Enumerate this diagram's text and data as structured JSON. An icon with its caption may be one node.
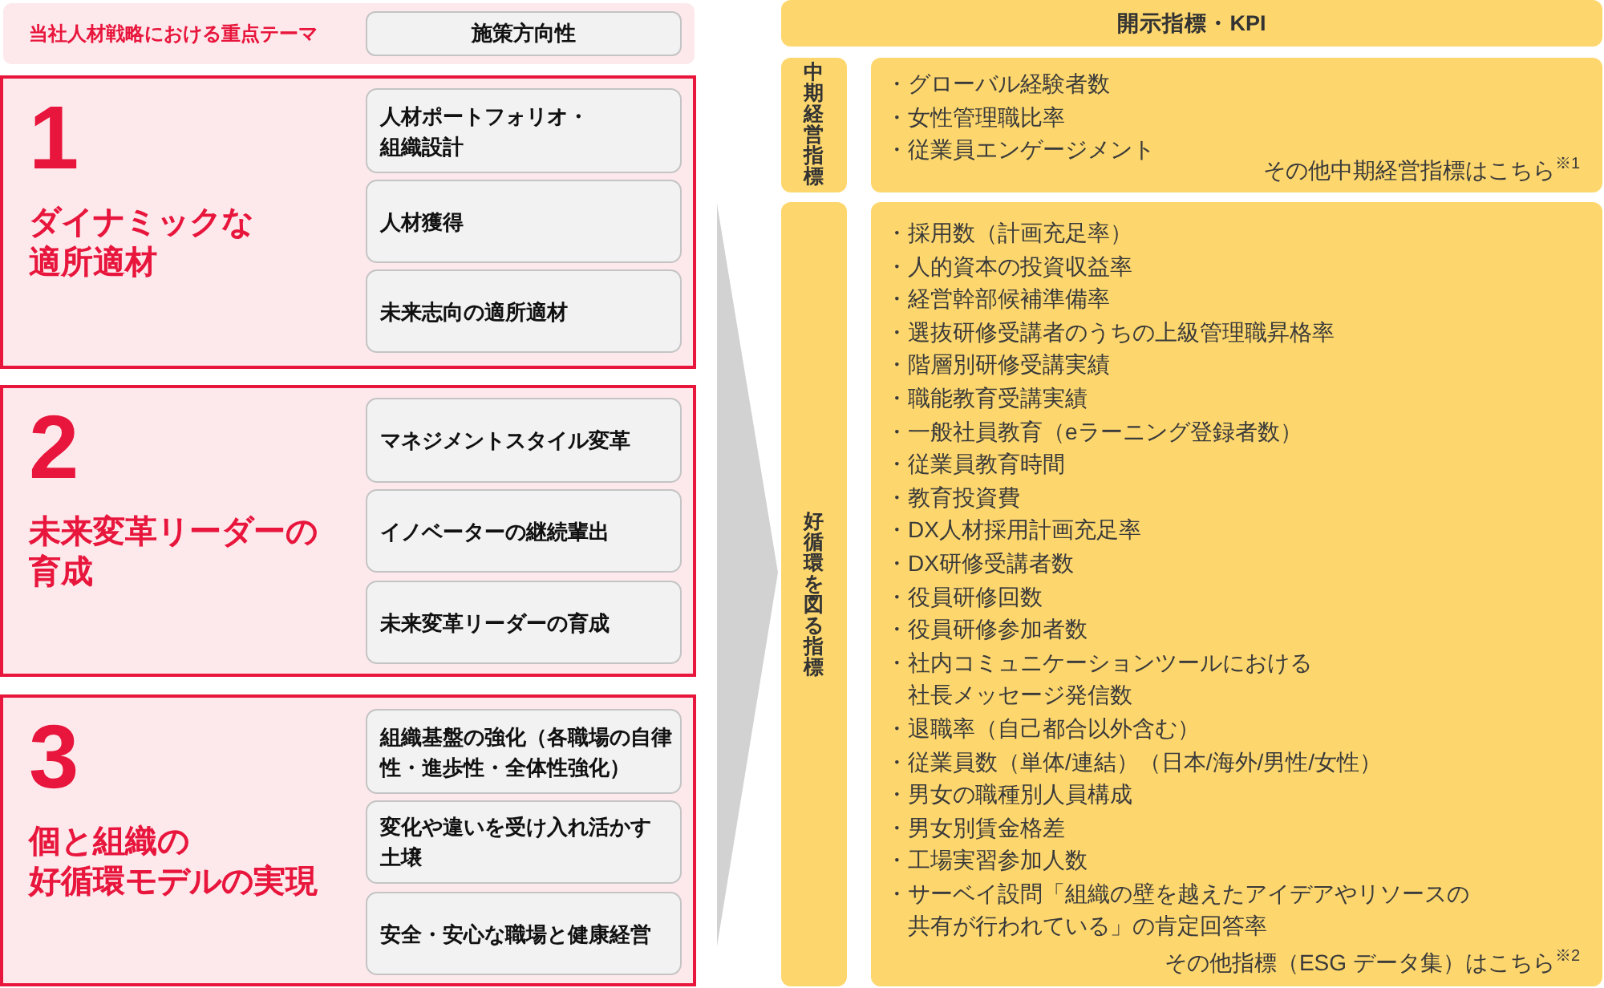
{
  "diagram": {
    "nodes": [
      {
        "text": [
          "当社人材戦略における重点テーマ"
        ]
      },
      {
        "text": [
          "施策方向性"
        ],
        "in": 0
      },
      {
        "text": [
          "1",
          "ダイナミックな適所適材"
        ]
      },
      {
        "text": [
          "人材ポートフォリオ・組織設計"
        ],
        "in": 2
      },
      {
        "text": [
          "人材獲得"
        ],
        "in": 2
      },
      {
        "text": [
          "未来志向の適所適材"
        ],
        "in": 2
      },
      {
        "text": [
          "2",
          "未来変革リーダーの育成"
        ]
      },
      {
        "text": [
          "マネジメントスタイル変革"
        ],
        "in": 6
      },
      {
        "text": [
          "イノベーターの継続輩出"
        ],
        "in": 6
      },
      {
        "text": [
          "未来変革リーダーの育成"
        ],
        "in": 6
      },
      {
        "text": [
          "3",
          "個と組織の好循環モデルの実現"
        ]
      },
      {
        "text": [
          "組織基盤の強化（各職場の自律性・進歩性・全体性強化）"
        ],
        "in": 10
      },
      {
        "text": [
          "変化や違いを受け入れ活かす土壌"
        ],
        "in": 10
      },
      {
        "text": [
          "安全・安心な職場と健康経営"
        ],
        "in": 10
      },
      {
        "text": [
          "開示指標・KPI"
        ]
      },
      {
        "text": [
          "中期経営指標"
        ]
      },
      {
        "text": [
          "・グローバル経験者数",
          "・女性管理職比率",
          "・従業員エンゲージメント",
          "その他中期経営指標はこちら$^{※1}$"
        ]
      },
      {
        "text": [
          "好循環を図る指標"
        ]
      },
      {
        "text": [
          "・採用数（計画充足率）",
          "・人的資本の投資収益率",
          "・経営幹部候補準備率",
          "・選抜研修受講者のうちの上級管理職昇格率",
          "・階層別研修受講実績",
          "・職能教育受講実績",
          "・一般社員教育（eラーニング登録者数）",
          "・従業員教育時間",
          "・教育投資費",
          "・DX人材採用計画充足率",
          "・DX研修受講者数",
          "・役員研修回数",
          "・役員研修参加者数",
          "・社内コミュニケーションツールにおける社長メッセージ発信数",
          "・退職率（自己都合以外含む）",
          "・従業員数（単体/連結）（日本/海外/男性/女性）",
          "・男女の職種別人員構成",
          "・男女別賃金格差",
          "・工場実習参加人数",
          "・サーベイ設問「組織の壁を越えたアイデアやリソースの共有が行われている」の肯定回答率",
          "その他指標（ESG データ集）はこちら$^{※2}$"
        ]
      }
    ]
  }
}
